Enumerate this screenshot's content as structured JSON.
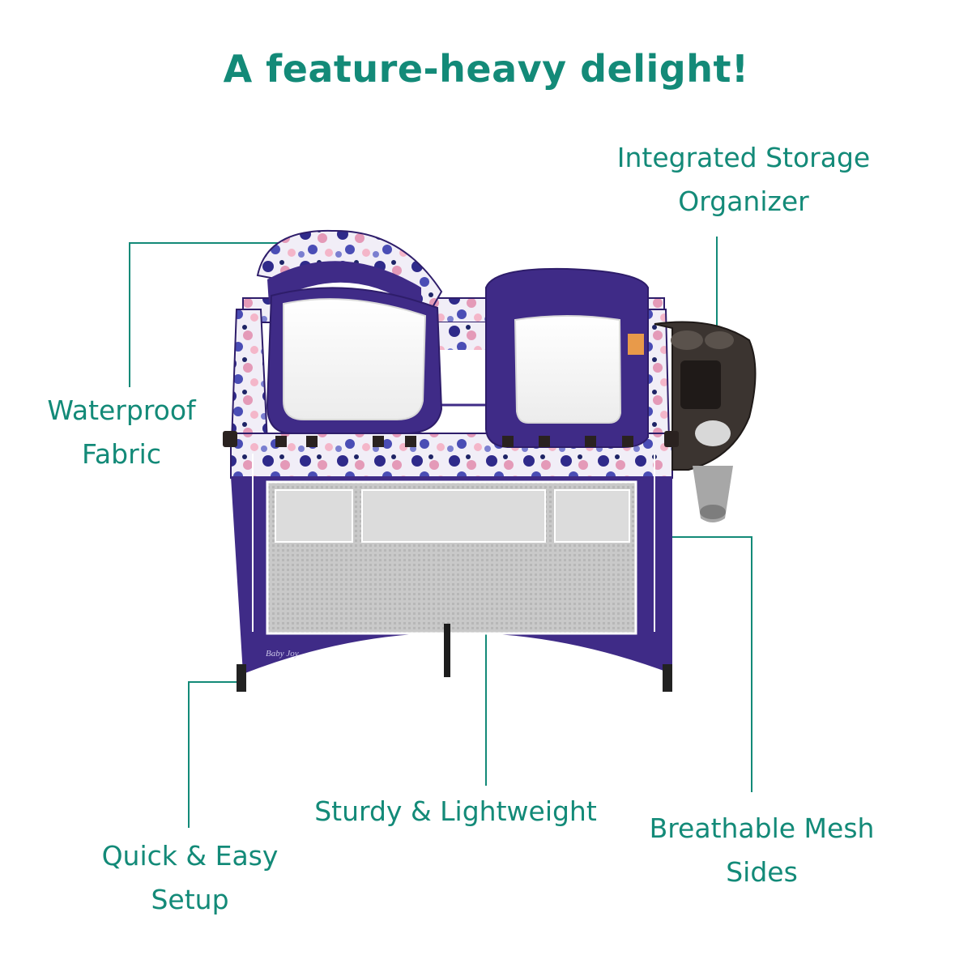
{
  "headline": "A feature-heavy delight!",
  "callouts": {
    "storage": [
      "Integrated Storage",
      "Organizer"
    ],
    "fabric": [
      "Waterproof",
      "Fabric"
    ],
    "setup": [
      "Quick & Easy",
      "Setup"
    ],
    "sturdy": [
      "Sturdy & Lightweight"
    ],
    "mesh": [
      "Breathable Mesh",
      "Sides"
    ]
  },
  "colors": {
    "accent": "#138a78",
    "fabric_purple": "#3f2b87",
    "fabric_dark": "#2e1d6a",
    "tray_brown": "#3b3430",
    "mesh_gray": "#c7c7c7"
  }
}
